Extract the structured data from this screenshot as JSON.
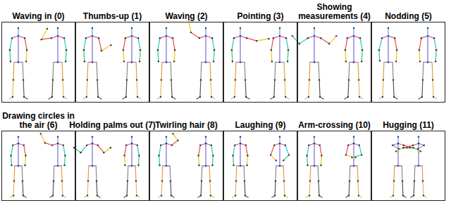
{
  "diagram": {
    "nodes": [
      {
        "text": [
          "Waving in (0)"
        ]
      },
      {
        "text": [
          "Thumbs-up (1)"
        ]
      },
      {
        "text": [
          "Waving (2)"
        ]
      },
      {
        "text": [
          "Pointing (3)"
        ]
      },
      {
        "text": [
          "Showing measurements (4)"
        ]
      },
      {
        "text": [
          "Nodding (5)"
        ]
      },
      {
        "text": [
          "Drawing circles in the air (6)"
        ]
      },
      {
        "text": [
          "Holding palms out (7)"
        ]
      },
      {
        "text": [
          "Twirling hair (8)"
        ]
      },
      {
        "text": [
          "Laughing (9)"
        ]
      },
      {
        "text": [
          "Arm-crossing (10)"
        ]
      },
      {
        "text": [
          "Hugging (11)"
        ]
      }
    ]
  }
}
